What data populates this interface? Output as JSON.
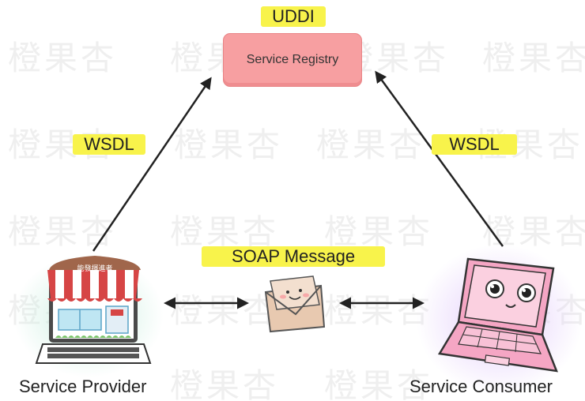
{
  "watermark": {
    "text": "橙果杏"
  },
  "registry": {
    "protocol_label": "UDDI",
    "box_label": "Service Registry"
  },
  "links": {
    "left_label": "WSDL",
    "right_label": "WSDL",
    "message_label": "SOAP Message"
  },
  "provider": {
    "label": "Service Provider",
    "shop_sign": "能發揮進者"
  },
  "consumer": {
    "label": "Service Consumer"
  },
  "colors": {
    "highlight": "#f8f34b",
    "registry_fill": "#f79fa1",
    "arrow": "#222222",
    "envelope": "#e8c9b0",
    "laptop_pink": "#f5a6c4"
  }
}
